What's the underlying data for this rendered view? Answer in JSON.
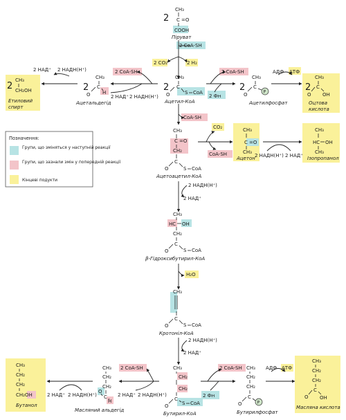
{
  "colors": {
    "teal": "#b7e3e4",
    "pink": "#f3c4c9",
    "yellow": "#faf19a",
    "green": "#cfe5c9"
  },
  "legend": {
    "title": "Позначення:",
    "teal": "Групи, що зміняться у наступній реакції",
    "pink": "Групи, що зазнали змін  у попередній реакції",
    "yellow": "Кінцеві подукти"
  },
  "names": {
    "pyruvate": "Піруват",
    "acetaldehyde": "Ацетальдегід",
    "acetyl_coa": "Ацетил-КоА",
    "acetyl_phosphate": "Ацетилфосфат",
    "acetic_acid_1": "Оцтова",
    "acetic_acid_2": "кислота",
    "ethanol_1": "Етиловий",
    "ethanol_2": "спирт",
    "acetoacetyl_coa": "Ацетоацетил-КоА",
    "acetone": "Ацетон",
    "isopropanol": "Ізопропанол",
    "hydroxybutyryl_coa": "β-Гідроксибутирил-КоА",
    "crotonyl_coa": "Кротоніл-КоА",
    "butanol": "Бутанол",
    "butyraldehyde": "Масляний альдегід",
    "butyryl_coa": "Бутирил-КоА",
    "butyryl_phosphate": "Бутирилфосфат",
    "butyric_acid": "Масляна кислота"
  },
  "reagents": {
    "coash_2": "2 CoA-SH",
    "co2_2": "2 CO₂",
    "h2_2": "2 H₂",
    "nad": "2 НАД⁺",
    "nadh": "2 НАДН(Н⁺)",
    "adp": "АДФ",
    "atp": "АТФ",
    "pn_2": "2 Фн",
    "coa_sh": "CoA-SH",
    "co2": "CO₂",
    "h2o": "H₂O"
  },
  "atoms": {
    "ch3": "CH₃",
    "ch2": "CH₂",
    "c": "C",
    "o": "O",
    "oh": "OH",
    "h": "H",
    "hc": "HC",
    "s": "S",
    "coa": "CoA",
    "p": "P",
    "cooh": "COOH",
    "eq": "=O",
    "two": "2",
    "ch2oh": "CH₂OH"
  }
}
